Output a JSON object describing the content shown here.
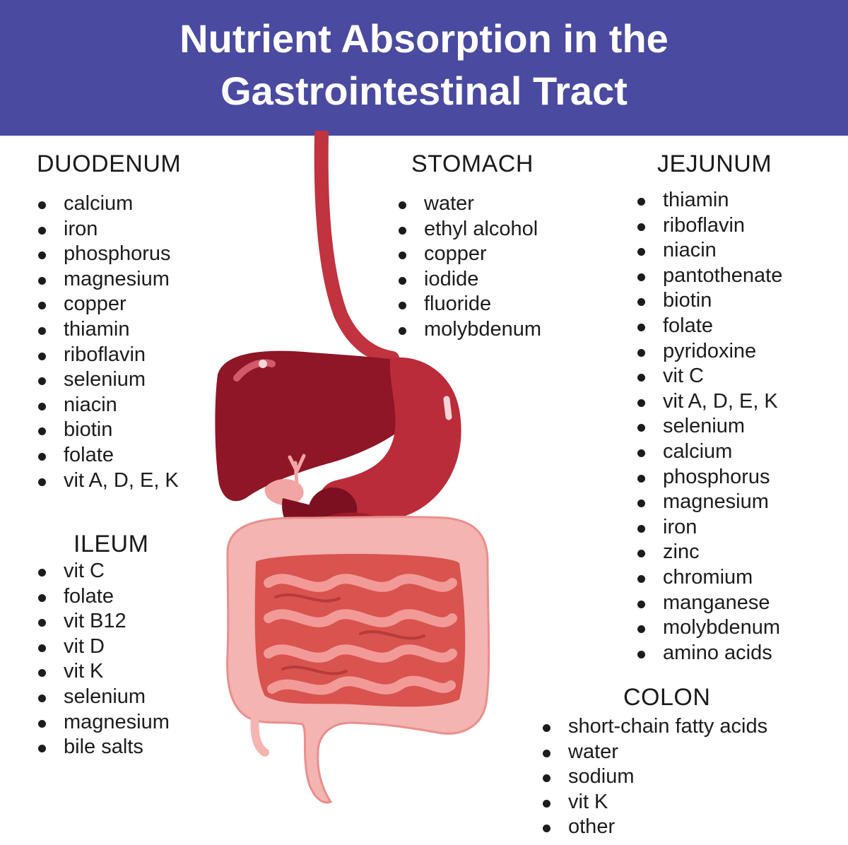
{
  "title": {
    "line1": "Nutrient Absorption in the",
    "line2": "Gastrointestinal Tract"
  },
  "colors": {
    "header": "#4a4aa0",
    "esophagus": "#c0333f",
    "liver": "#8e1626",
    "stomach": "#bb2c3a",
    "intestine_light": "#f3b1ae",
    "intestine_dark": "#d9534f"
  },
  "sections": {
    "duodenum": {
      "heading": "DUODENUM",
      "items": [
        "calcium",
        "iron",
        "phosphorus",
        "magnesium",
        "copper",
        "thiamin",
        "riboflavin",
        "selenium",
        "niacin",
        "biotin",
        "folate",
        "vit A, D, E, K"
      ]
    },
    "ileum": {
      "heading": "ILEUM",
      "items": [
        "vit C",
        "folate",
        "vit B12",
        "vit D",
        "vit K",
        "selenium",
        "magnesium",
        "bile salts"
      ]
    },
    "stomach": {
      "heading": "STOMACH",
      "items": [
        "water",
        "ethyl alcohol",
        "copper",
        "iodide",
        "fluoride",
        "molybdenum"
      ]
    },
    "jejunum": {
      "heading": "JEJUNUM",
      "items": [
        "thiamin",
        "riboflavin",
        "niacin",
        "pantothenate",
        "biotin",
        "folate",
        "pyridoxine",
        "vit C",
        "vit A, D, E, K",
        "selenium",
        "calcium",
        "phosphorus",
        "magnesium",
        "iron",
        "zinc",
        "chromium",
        "manganese",
        "molybdenum",
        "amino acids"
      ]
    },
    "colon": {
      "heading": "COLON",
      "items": [
        "short-chain fatty acids",
        "water",
        "sodium",
        "vit K",
        "other"
      ]
    }
  }
}
